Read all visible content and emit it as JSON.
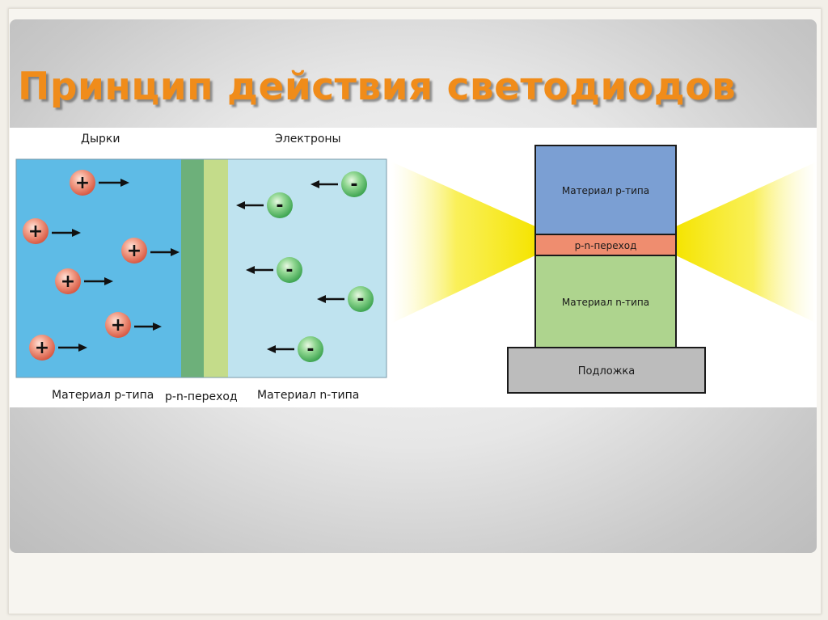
{
  "slide": {
    "title": "Принцип действия светодиодов"
  },
  "junction_diagram": {
    "label_holes": "Дырки",
    "label_electrons": "Электроны",
    "label_p_material": "Материал p-типа",
    "label_junction": "p-n-переход",
    "label_n_material": "Материал n-типа",
    "hole_symbol": "+",
    "electron_symbol": "-",
    "colors": {
      "p_region": "#5ebbe6",
      "n_region": "#bfe3ef",
      "junction_dark": "#6db07a",
      "junction_light": "#c4dc8a",
      "hole_ball": "#e8705a",
      "electron_ball": "#5cc06a"
    }
  },
  "led_structure": {
    "layer_p": "Материал p-типа",
    "layer_junction": "p-n-переход",
    "layer_n": "Материал n-типа",
    "layer_substrate": "Подложка",
    "colors": {
      "p_layer": "#7b9fd3",
      "junction_layer": "#ef8d6f",
      "n_layer": "#aed48e",
      "substrate": "#bcbcbc",
      "light_beam": "#f7e80e"
    }
  }
}
